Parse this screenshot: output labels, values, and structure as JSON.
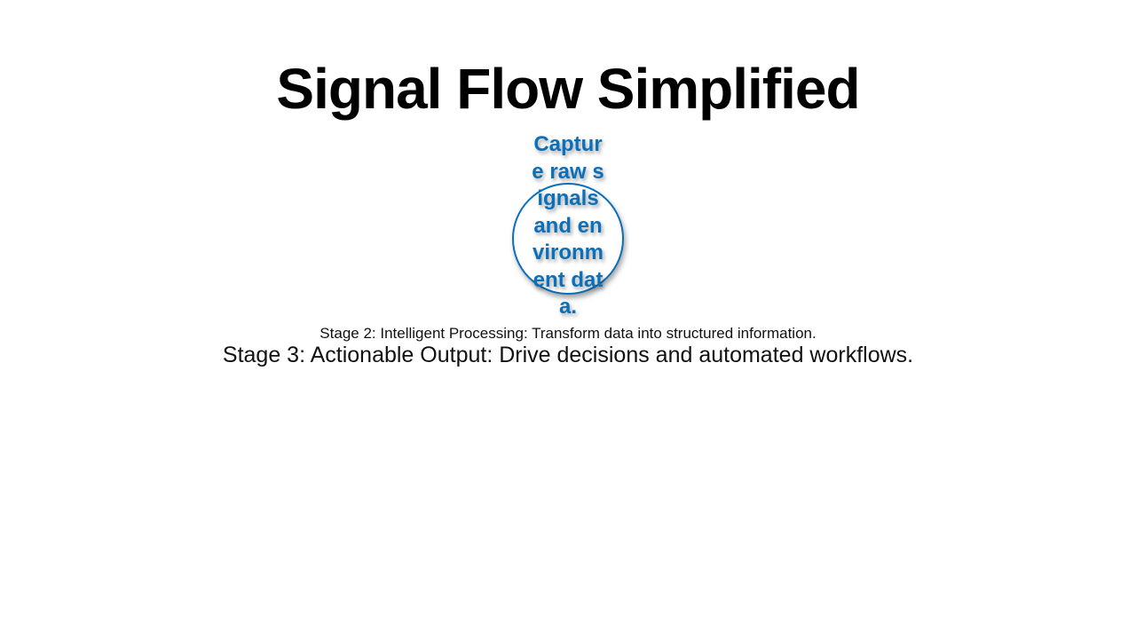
{
  "slide": {
    "title": "Signal Flow Simplified",
    "stage1_text": "Capture raw signals and environment data.",
    "stage2_text": "Stage 2: Intelligent Processing: Transform data into structured information.",
    "stage3_text": "Stage 3: Actionable Output: Drive decisions and automated workflows."
  },
  "colors": {
    "accent": "#0b6fba",
    "background": "#ffffff",
    "text": "#000000"
  }
}
